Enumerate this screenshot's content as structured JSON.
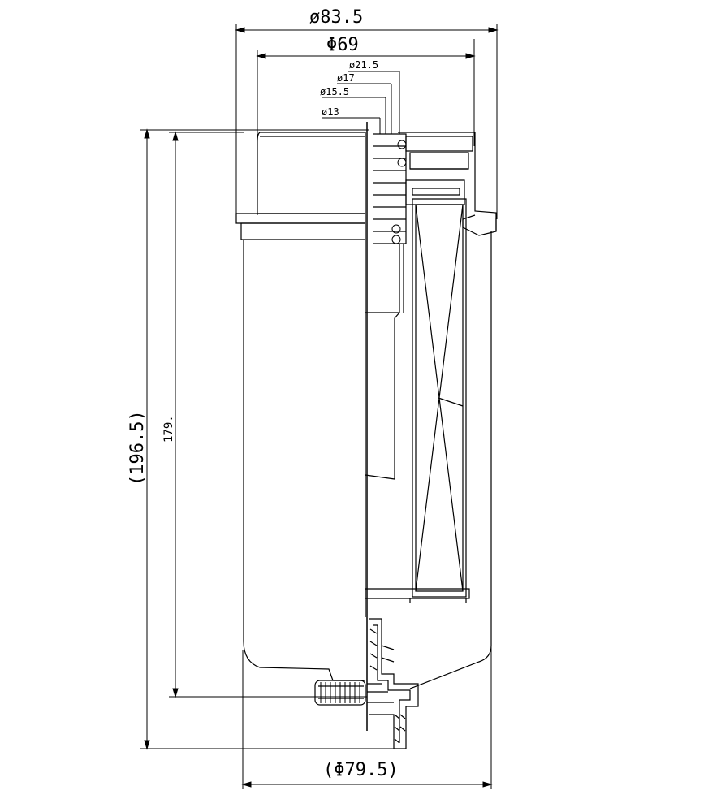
{
  "dimensions": {
    "outer_diameter": "ø83.5",
    "body_diameter": "Φ69",
    "bore_21_5": "ø21.5",
    "bore_17": "ø17",
    "bore_15_5": "ø15.5",
    "bore_13": "ø13",
    "overall_height": "(196.5)",
    "body_height": "179.",
    "base_diameter": "(Φ79.5)"
  },
  "colors": {
    "line": "#000000",
    "background": "#ffffff"
  }
}
